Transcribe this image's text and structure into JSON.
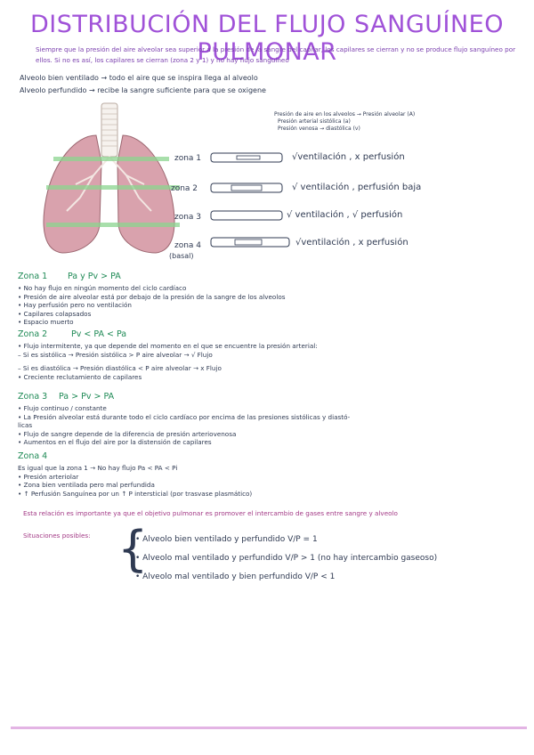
{
  "title": "DISTRIBUCIÓN DEL FLUJO SANGUÍNEO PULMONAR",
  "intro": "Siempre que la presión del aire alveolar sea superior a la presión de la sangre del capilar, los capilares se cierran y no se produce flujo sanguíneo por ellos. Si no es así, los capilares se cierran (zona 2 y 1) y no hay flujo sanguíneo",
  "bullets": [
    "Alveolo bien ventilado → todo el aire que se inspira llega al alveolo",
    "Alveolo perfundido → recibe la sangre suficiente para que se oxigene"
  ],
  "pressure_notes": [
    "Presión de aire en los alveolos → Presión alveolar (A)",
    "Presión arterial sistólica (a)",
    "Presión venosa → diastólica (v)"
  ],
  "zones": [
    {
      "label": "zona 1",
      "desc": "√ventilación , x perfusión"
    },
    {
      "label": "zona 2",
      "desc": "√ ventilación , perfusión baja"
    },
    {
      "label": "zona 3",
      "desc": "√ ventilación , √ perfusión"
    },
    {
      "label": "zona 4",
      "sub": "(basal)",
      "desc": "√ventilación , x perfusión"
    }
  ],
  "sections": [
    {
      "heading": "Zona 1",
      "formula": "Pa y Pv > PA",
      "lines": [
        "• No hay flujo en ningún momento del ciclo cardíaco",
        "• Presión de aire alveolar está por debajo de la presión de la sangre de los alveolos",
        "• Hay perfusión pero no ventilación",
        "• Capilares colapsados",
        "• Espacio muerto"
      ]
    },
    {
      "heading": "Zona 2",
      "formula": "Pv < PA < Pa",
      "lines": [
        "• Flujo intermitente, ya que depende del momento en el que se encuentre la presión arterial:",
        "   – Si es sistólica → Presión sistólica > P aire alveolar → √ Flujo",
        "   – Si es diastólica → Presión diastólica < P aire alveolar → x Flujo",
        "• Creciente reclutamiento de capilares"
      ]
    },
    {
      "heading": "Zona 3",
      "formula": "Pa > Pv > PA",
      "lines": [
        "• Flujo continuo / constante",
        "• La Presión alveolar está durante todo el ciclo cardíaco por encima de las presiones sistólicas y diastó-",
        "   licas",
        "• Flujo de sangre depende de la diferencia de presión arteriovenosa",
        "• Aumentos en el flujo del aire por la distensión de capilares"
      ]
    },
    {
      "heading": "Zona 4",
      "formula": "",
      "lines": [
        "Es igual que la zona 1 → No hay flujo  Pa < PA < Pi",
        "• Presión arteriolar",
        "• Zona bien ventilada pero mal perfundida",
        "• ↑ Perfusión Sanguínea por un ↑ P intersticial (por trasvase plasmático)"
      ]
    }
  ],
  "relation_text": "Esta relación es importante ya que el objetivo pulmonar es promover el intercambio de gases entre sangre y alveolo",
  "situations_label": "Situaciones posibles:",
  "situations": [
    "• Alveolo bien ventilado y perfundido   V/P = 1",
    "• Alveolo mal ventilado y perfundido   V/P > 1   (no hay intercambio gaseoso)",
    "• Alveolo mal ventilado y bien perfundido   V/P < 1"
  ],
  "colors": {
    "title": "#a052d8",
    "green": "#1f8a56",
    "purple_text": "#a33a86",
    "lung": "#d9a2ad",
    "zone_band": "#8bd48f"
  }
}
